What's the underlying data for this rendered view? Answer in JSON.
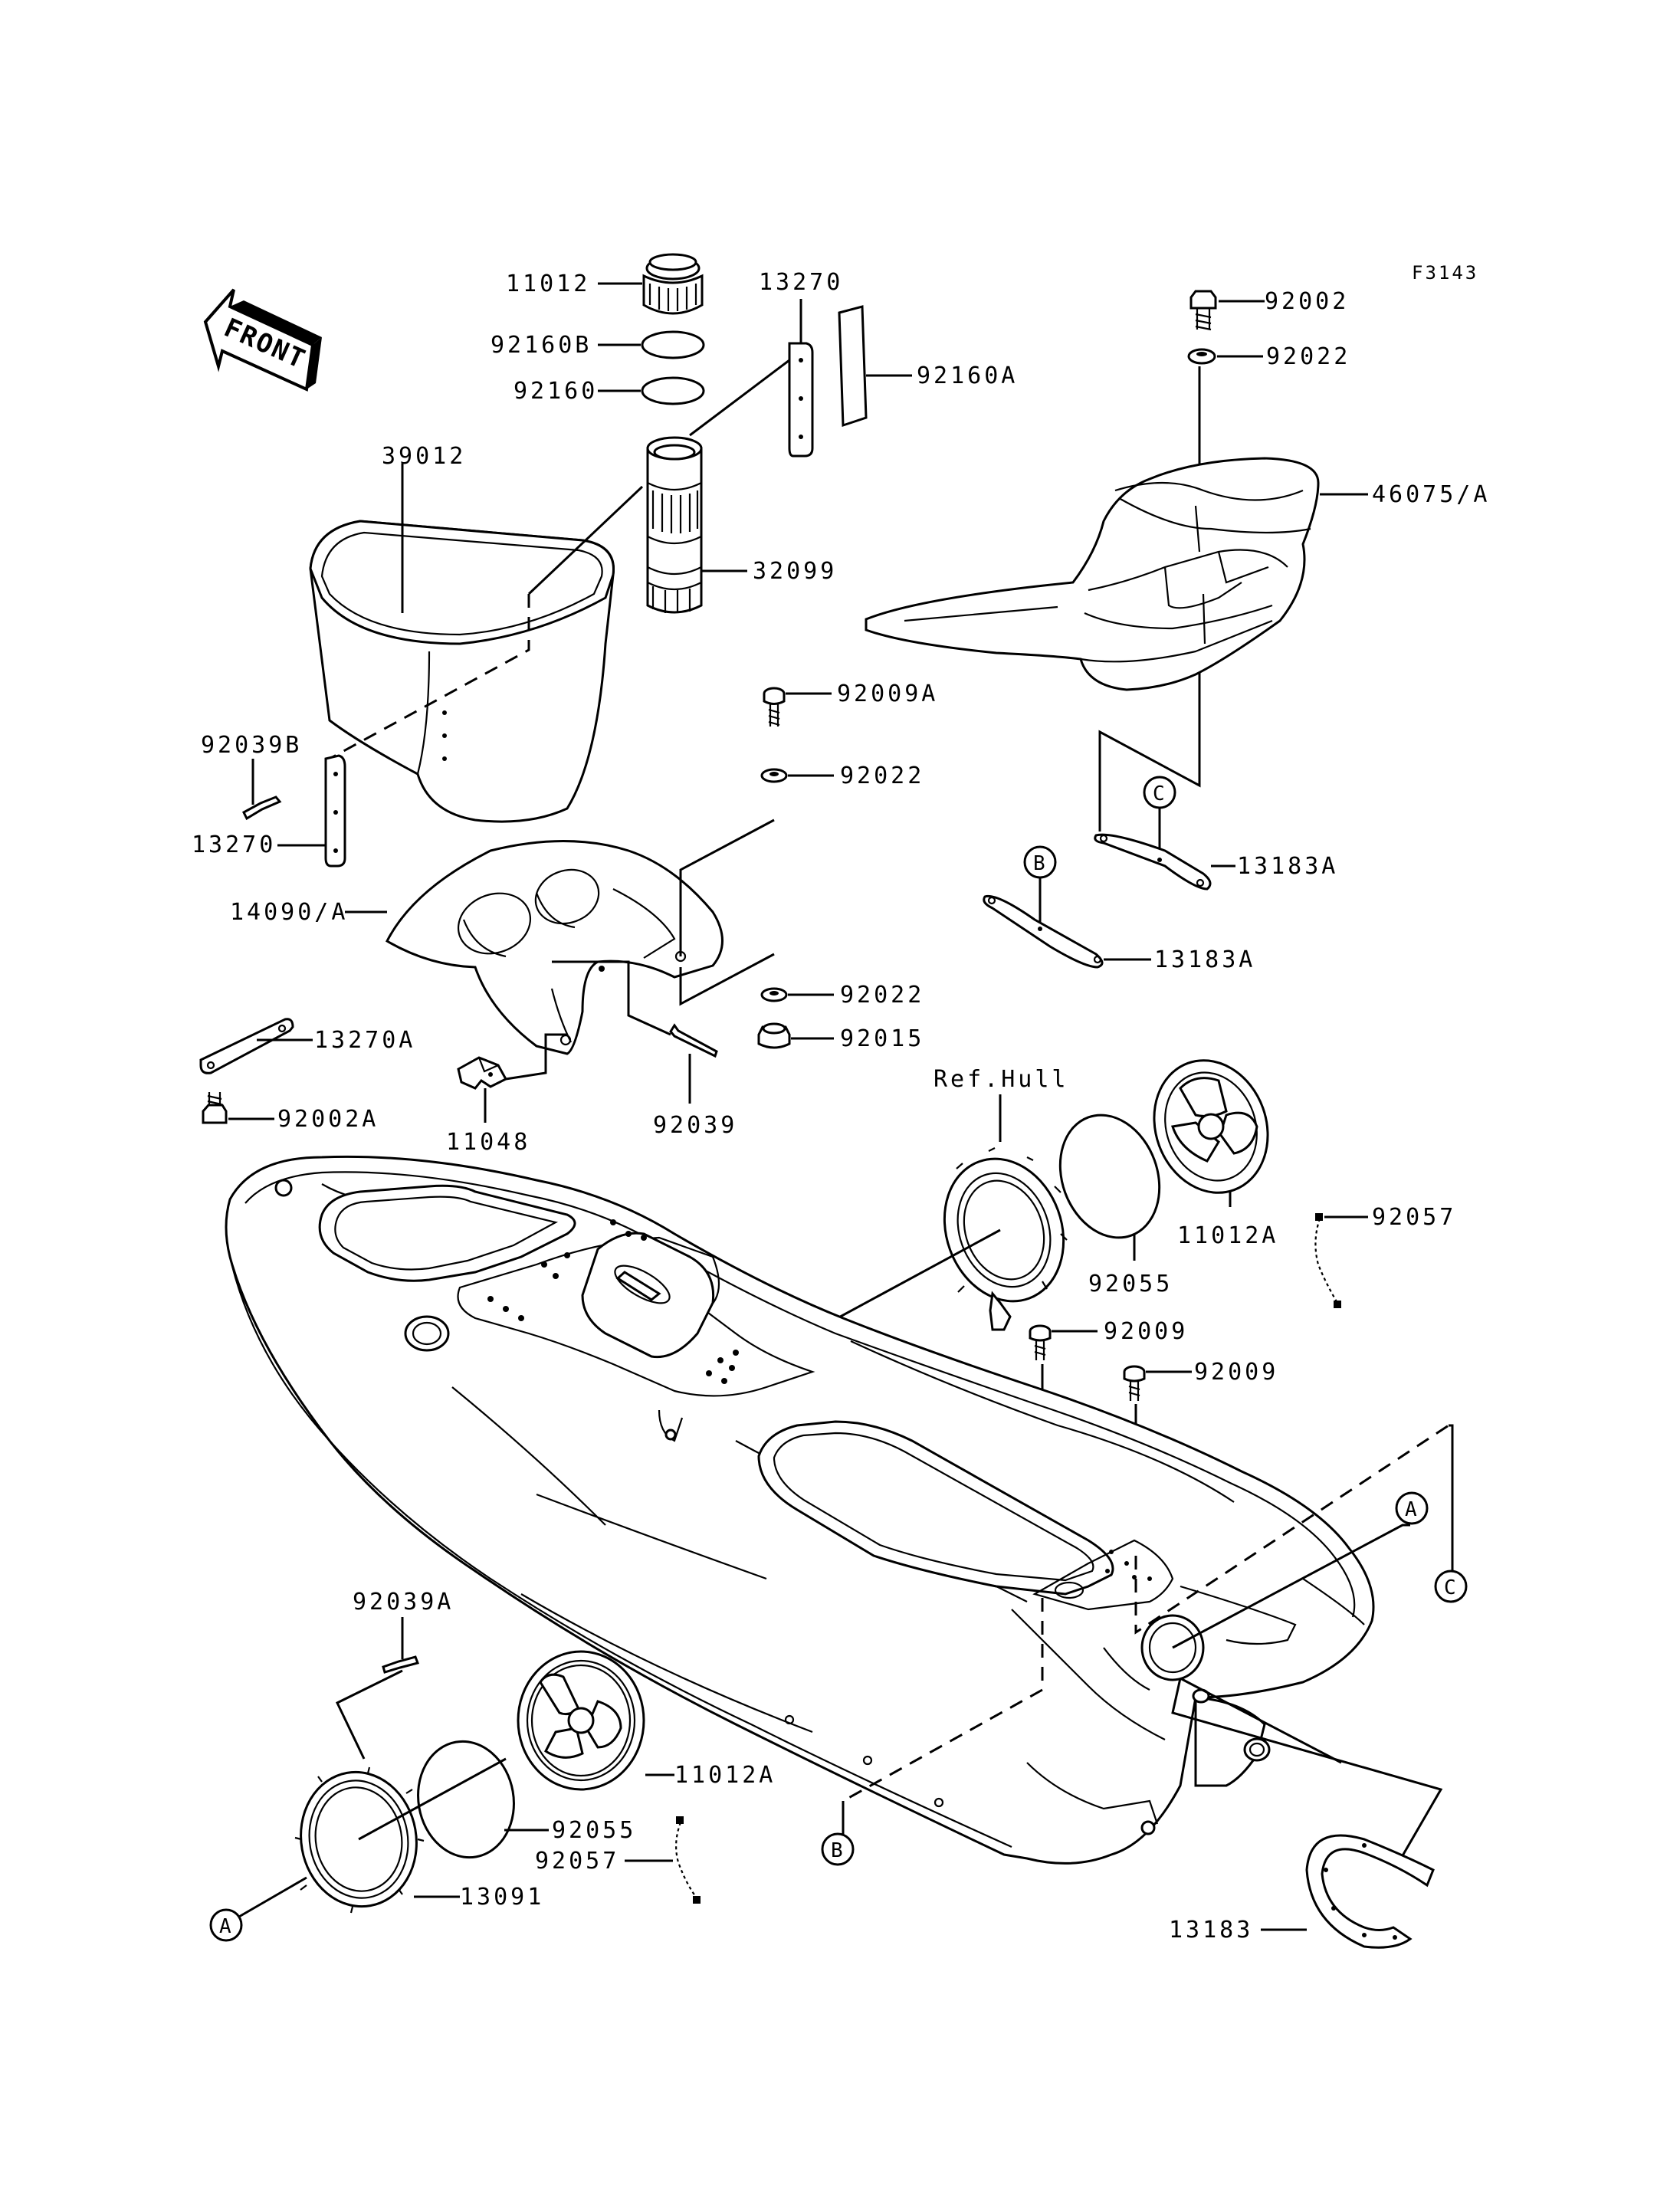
{
  "figure_code": "F3143",
  "front_arrow_label": "FRONT",
  "reference_label": "Ref.Hull",
  "part_labels": {
    "cap_11012": "11012",
    "gasket_92160B": "92160B",
    "gasket_92160": "92160",
    "plate_13270_top": "13270",
    "pad_92160A": "92160A",
    "tube_32099": "32099",
    "bucket_39012": "39012",
    "rivet_92039B": "92039B",
    "plate_13270_left": "13270",
    "cover_14090A": "14090/A",
    "plate_13270A": "13270A",
    "bolt_92002A": "92002A",
    "bracket_11048": "11048",
    "rivet_92039": "92039",
    "screw_92009A": "92009A",
    "washer_92022_mid": "92022",
    "washer_92022_low": "92022",
    "nut_92015": "92015",
    "bolt_92002": "92002",
    "washer_92022_top": "92022",
    "handle_46075A": "46075/A",
    "strip_13183A_upper": "13183A",
    "strip_13183A_lower": "13183A",
    "cover_11012A_right": "11012A",
    "gasket_92055_right": "92055",
    "cord_92057_right": "92057",
    "screw_92009_a": "92009",
    "screw_92009_b": "92009",
    "rivet_92039A": "92039A",
    "cover_11012A_left": "11012A",
    "gasket_92055_left": "92055",
    "cord_92057_left": "92057",
    "ring_13091": "13091",
    "ring_13183": "13183"
  },
  "reference_markers": {
    "A": "A",
    "B": "B",
    "C": "C"
  }
}
